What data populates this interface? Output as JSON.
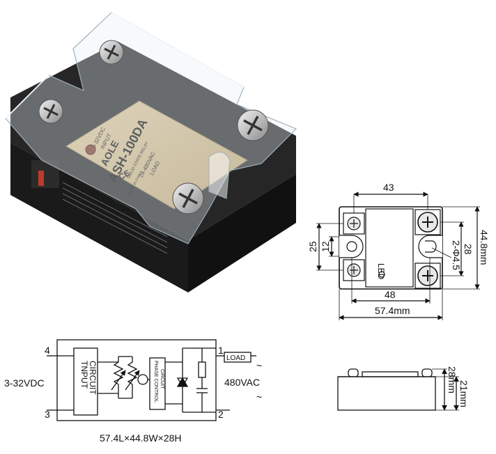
{
  "product_photo": {
    "brand_text": "AOLE",
    "model_text": "ASH-100DA",
    "subtitle_text": "SOLID STATE RELAY",
    "input_text": "INPUT",
    "input_range_text": "3-32VDC",
    "load_text": "LOAD",
    "load_range_text": "24-480VAC",
    "origin_text": "MADE IN CHINA",
    "ce_text": "CE"
  },
  "top_view": {
    "dim_top": "43",
    "dim_left_outer": "25",
    "dim_left_inner": "12",
    "dim_hole": "2-Φ4.5",
    "dim_right_inner": "28",
    "dim_right_outer": "44.8mm",
    "dim_bottom_inner": "48",
    "dim_bottom_outer": "57.4mm",
    "led_label": "LED"
  },
  "circuit": {
    "terminal_4": "4",
    "terminal_3": "3",
    "terminal_1": "1",
    "terminal_2": "2",
    "input_voltage": "3-32VDC",
    "input_block_label_1": "TNPUT",
    "input_block_label_2": "CIRCUIT",
    "phase_label_1": "PHASE CONTROL",
    "phase_label_2": "CIRCUIT",
    "load_label": "LOAD",
    "output_voltage": "480VAC",
    "tilde_top": "~",
    "tilde_bottom": "~",
    "size_caption": "57.4L×44.8W×28H"
  },
  "side_view": {
    "dim_height": "28mm",
    "dim_body": "21mm"
  }
}
